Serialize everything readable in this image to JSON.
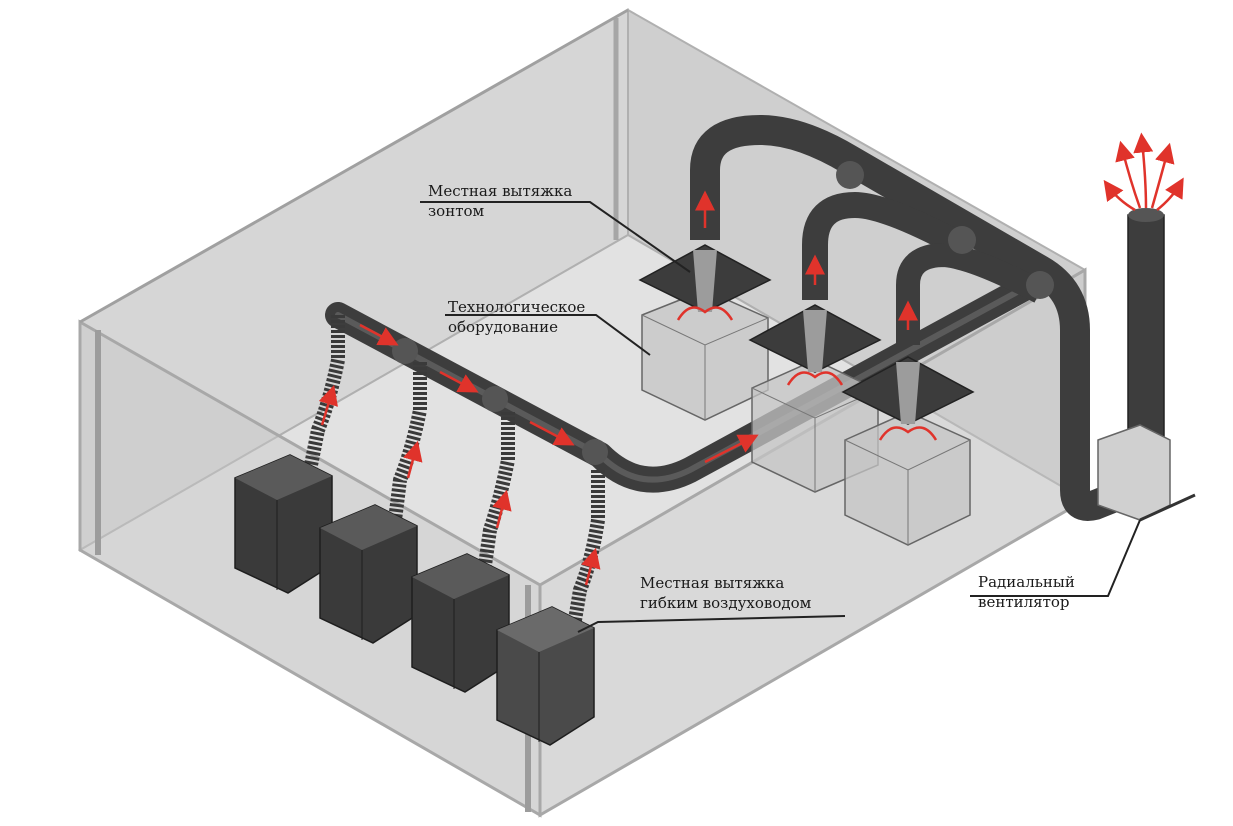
{
  "labels": {
    "hood": [
      "Местная вытяжка",
      "зонтом"
    ],
    "equipment": [
      "Технологическое",
      "оборудование"
    ],
    "flexible": [
      "Местная вытяжка",
      "гибким воздуховодом"
    ],
    "fan": [
      "Радиальный",
      "вентилятор"
    ]
  },
  "colors": {
    "room_face": "#d4d4d4",
    "room_edge": "#b8b8b8",
    "duct": "#4a4a4a",
    "duct_light": "#6b6b6b",
    "flex_duct": "#3a3a3a",
    "hood": "#3c3c3c",
    "hood_cone": "#9a9a9a",
    "box": "#c9c9c9",
    "cabinet": "#3d3d3d",
    "arrow": "#e0332b"
  }
}
